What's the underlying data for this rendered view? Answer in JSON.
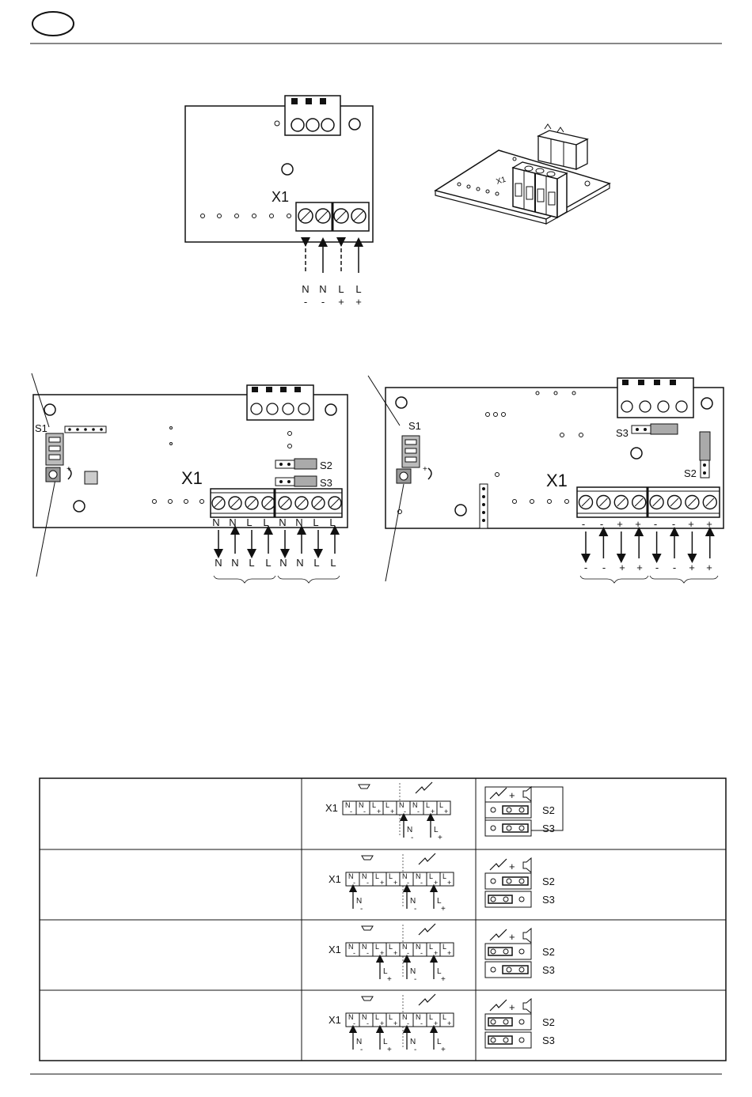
{
  "header": {
    "badge_text": ""
  },
  "fig1": {
    "x1_label": "X1",
    "x1_label_3d": "X1",
    "term_letters": [
      "N",
      "N",
      "L",
      "L"
    ],
    "term_signs": [
      "-",
      "-",
      "+",
      "+"
    ]
  },
  "fig2": {
    "s1_label": "S1",
    "s2_label": "S2",
    "s3_label": "S3",
    "x1_label": "X1",
    "term_letters": [
      "N",
      "N",
      "L",
      "L",
      "N",
      "N",
      "L",
      "L"
    ],
    "wire_letters": [
      "N",
      "N",
      "L",
      "L",
      "N",
      "N",
      "L",
      "L"
    ]
  },
  "fig3": {
    "s1_label": "S1",
    "s2_label": "S2",
    "s3_label": "S3",
    "x1_label": "X1",
    "term_signs": [
      "-",
      "-",
      "+",
      "+",
      "-",
      "-",
      "+",
      "+"
    ],
    "wire_signs": [
      "-",
      "-",
      "+",
      "+",
      "-",
      "-",
      "+",
      "+"
    ]
  },
  "table": {
    "plus_sign": "+",
    "x1_label": "X1",
    "s2_label": "S2",
    "s3_label": "S3",
    "terminal_letters": [
      "N",
      "N",
      "L",
      "L",
      "N",
      "N",
      "L",
      "L"
    ],
    "terminal_signs": [
      "-",
      "-",
      "+",
      "+",
      "-",
      "-",
      "+",
      "+"
    ],
    "row_inputs": [
      [
        {
          "letter": "N",
          "sign": "-"
        },
        {
          "letter": "L",
          "sign": "+"
        }
      ],
      [
        {
          "letter": "N",
          "sign": "-"
        },
        {
          "letter": "N",
          "sign": "-"
        },
        {
          "letter": "L",
          "sign": "+"
        }
      ],
      [
        {
          "letter": "L",
          "sign": "+"
        },
        {
          "letter": "N",
          "sign": "-"
        },
        {
          "letter": "L",
          "sign": "+"
        }
      ],
      [
        {
          "letter": "N",
          "sign": "-"
        },
        {
          "letter": "L",
          "sign": "+"
        },
        {
          "letter": "N",
          "sign": "-"
        },
        {
          "letter": "L",
          "sign": "+"
        }
      ]
    ]
  }
}
